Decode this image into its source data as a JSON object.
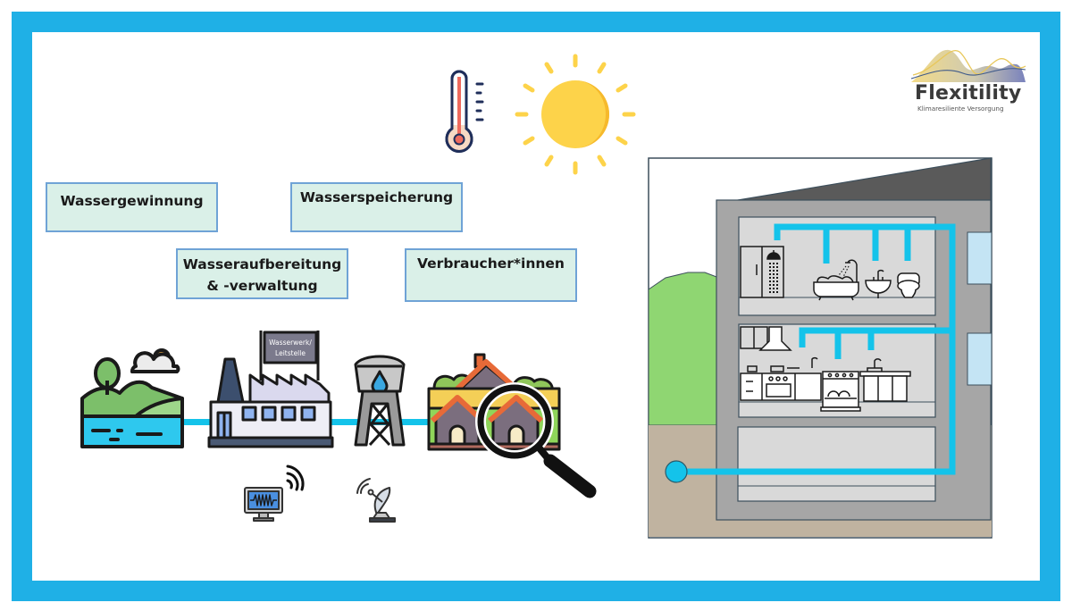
{
  "logo": {
    "title": "Flexitility",
    "subtitle": "Klimaresiliente Versorgung"
  },
  "stages": [
    {
      "label": "Wassergewinnung"
    },
    {
      "label": "Wasserspeicherung"
    },
    {
      "label_line1": "Wasseraufbereitung",
      "label_line2": "& -verwaltung"
    },
    {
      "label": "Verbraucher*innen"
    }
  ],
  "waterworks_sign": {
    "line1": "Wasserwerk/",
    "line2": "Leitstelle"
  },
  "icons": {
    "thermometer": "thermometer-icon",
    "sun": "sun-icon",
    "landscape": "water-source-landscape-icon",
    "factory": "waterworks-factory-icon",
    "water_tower": "water-tower-icon",
    "houses": "houses-icon",
    "magnifier": "magnifying-glass-icon",
    "monitor": "monitor-signal-icon",
    "satellite": "satellite-dish-icon",
    "shower": "shower-icon",
    "bathtub": "bathtub-icon",
    "sink": "sink-icon",
    "toilet": "toilet-icon",
    "kitchen": "kitchen-icon",
    "dishwasher": "dishwasher-icon"
  },
  "colors": {
    "frame_blue": "#1fb0e6",
    "pipe_cyan": "#14c3ea",
    "box_fill": "#daf0e8",
    "box_border": "#6fa3d6",
    "sun_yellow": "#fdd34a",
    "house_wall": "#a6a6a6",
    "room_fill": "#d9d9d9",
    "roof": "#5a5a5a",
    "ground": "#c0b3a0",
    "bush_green": "#8fd672"
  }
}
